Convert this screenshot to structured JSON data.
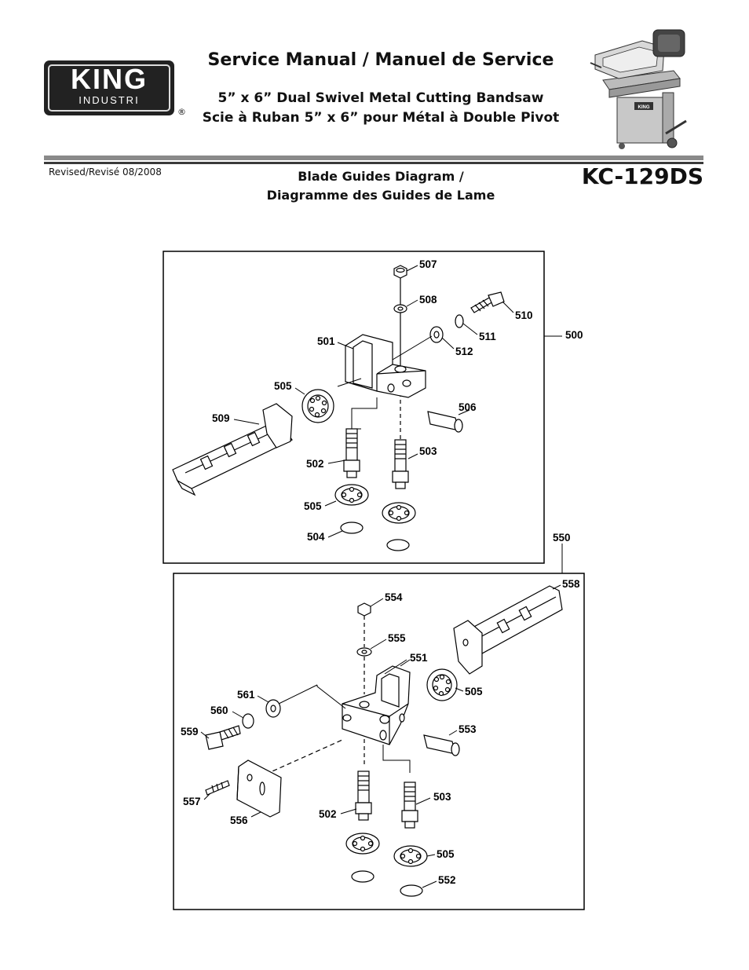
{
  "logo": {
    "brand": "KING",
    "sub": "INDUSTRI",
    "registered": "®"
  },
  "header": {
    "title": "Service Manual / Manuel de Service",
    "product_en": "5” x 6” Dual Swivel Metal Cutting Bandsaw",
    "product_fr": "Scie à Ruban 5” x 6” pour Métal à Double Pivot",
    "revised": "Revised/Revisé 08/2008",
    "subtitle_en": "Blade Guides Diagram /",
    "subtitle_fr": "Diagramme des Guides de Lame",
    "model": "KC-129DS",
    "saw_badge": "KING"
  },
  "labels": {
    "a507": "507",
    "a508": "508",
    "a510": "510",
    "a511": "511",
    "a500": "500",
    "a501": "501",
    "a512": "512",
    "a505a": "505",
    "a506": "506",
    "a509": "509",
    "a503a": "503",
    "a502a": "502",
    "a505b": "505",
    "a504": "504",
    "a550": "550",
    "a558": "558",
    "a554": "554",
    "a555": "555",
    "a551": "551",
    "a505c": "505",
    "a561": "561",
    "a560": "560",
    "a559": "559",
    "a553": "553",
    "a557": "557",
    "a503b": "503",
    "a502b": "502",
    "a556": "556",
    "a505d": "505",
    "a552": "552"
  }
}
